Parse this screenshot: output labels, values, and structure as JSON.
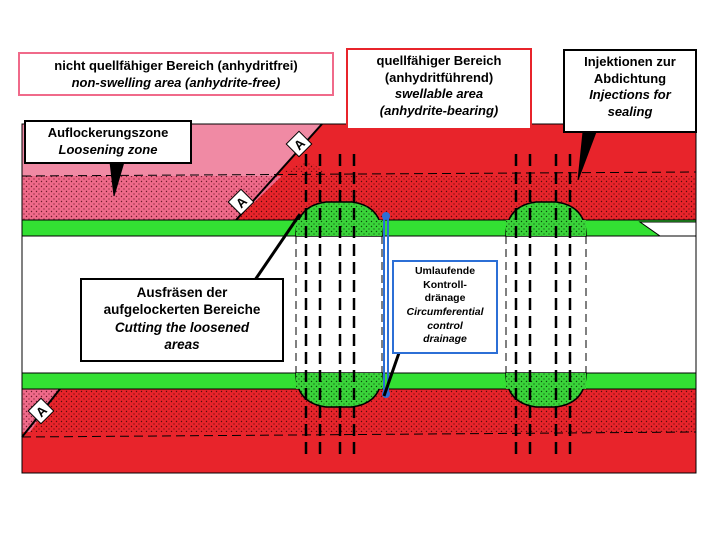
{
  "colors": {
    "background": "#ffffff",
    "swelling_red": "#e8242b",
    "nonswelling_pink": "#f06a8a",
    "tunnel_lining_green": "#33e033",
    "sealing_green": "#3ad43a",
    "drainage_blue": "#2c6fd6",
    "outline_black": "#000000"
  },
  "section_markers": [
    "A",
    "A",
    "A"
  ],
  "labels": {
    "nonswelling": {
      "de": "nicht quellfähiger Bereich (anhydritfrei)",
      "en": "non-swelling area (anhydrite-free)"
    },
    "swellable": {
      "de_line1": "quellfähiger Bereich",
      "de_line2": "(anhydritführend)",
      "en_line1": "swellable area",
      "en_line2": "(anhydrite-bearing)"
    },
    "injections": {
      "de_line1": "Injektionen zur",
      "de_line2": "Abdichtung",
      "en_line1": "Injections for",
      "en_line2": "sealing"
    },
    "loosening": {
      "de": "Auflockerungszone",
      "en": "Loosening zone"
    },
    "cutting": {
      "de_line1": "Ausfräsen der",
      "de_line2": "aufgelockerten Bereiche",
      "en_line1": "Cutting the loosened",
      "en_line2": "areas"
    },
    "drainage": {
      "de_line1": "Umlaufende",
      "de_line2": "Kontroll-",
      "de_line3": "dränage",
      "en_line1": "Circumferential",
      "en_line2": "control",
      "en_line3": "drainage"
    }
  }
}
